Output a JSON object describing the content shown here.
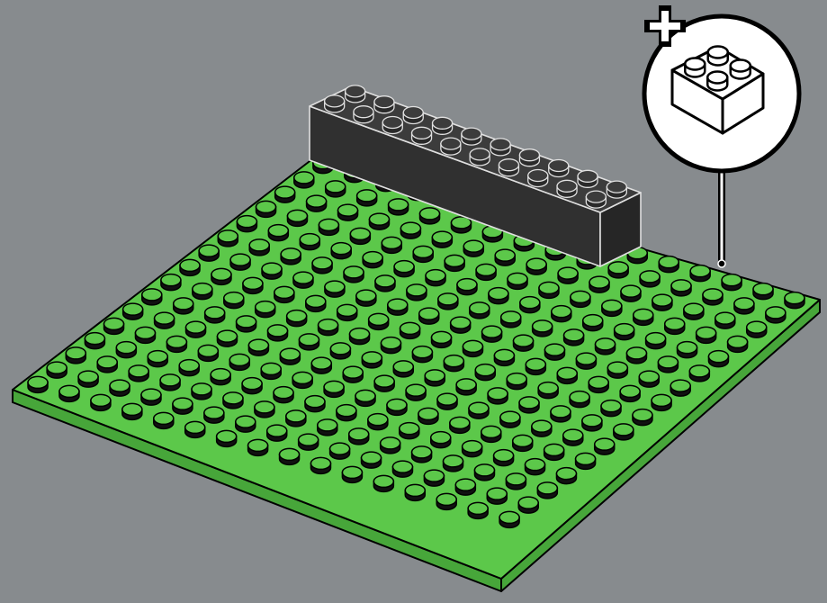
{
  "scene": {
    "background_color": "#878b8e",
    "outline_color": "#000000"
  },
  "baseplate": {
    "color": "#5cc84a",
    "edge_color": "#47a63a",
    "stud_color": "#5cc84a",
    "studs_per_side": 16
  },
  "placed_brick": {
    "color": "#3c3c3c",
    "highlight_color": "#e0e0e0",
    "size": "2x10"
  },
  "add_brick_callout": {
    "icon": "add-brick-icon",
    "plus_icon": "plus-icon",
    "brick_icon": "brick-2x2-icon",
    "fill_color": "#ffffff",
    "brick_size": "2x2"
  }
}
